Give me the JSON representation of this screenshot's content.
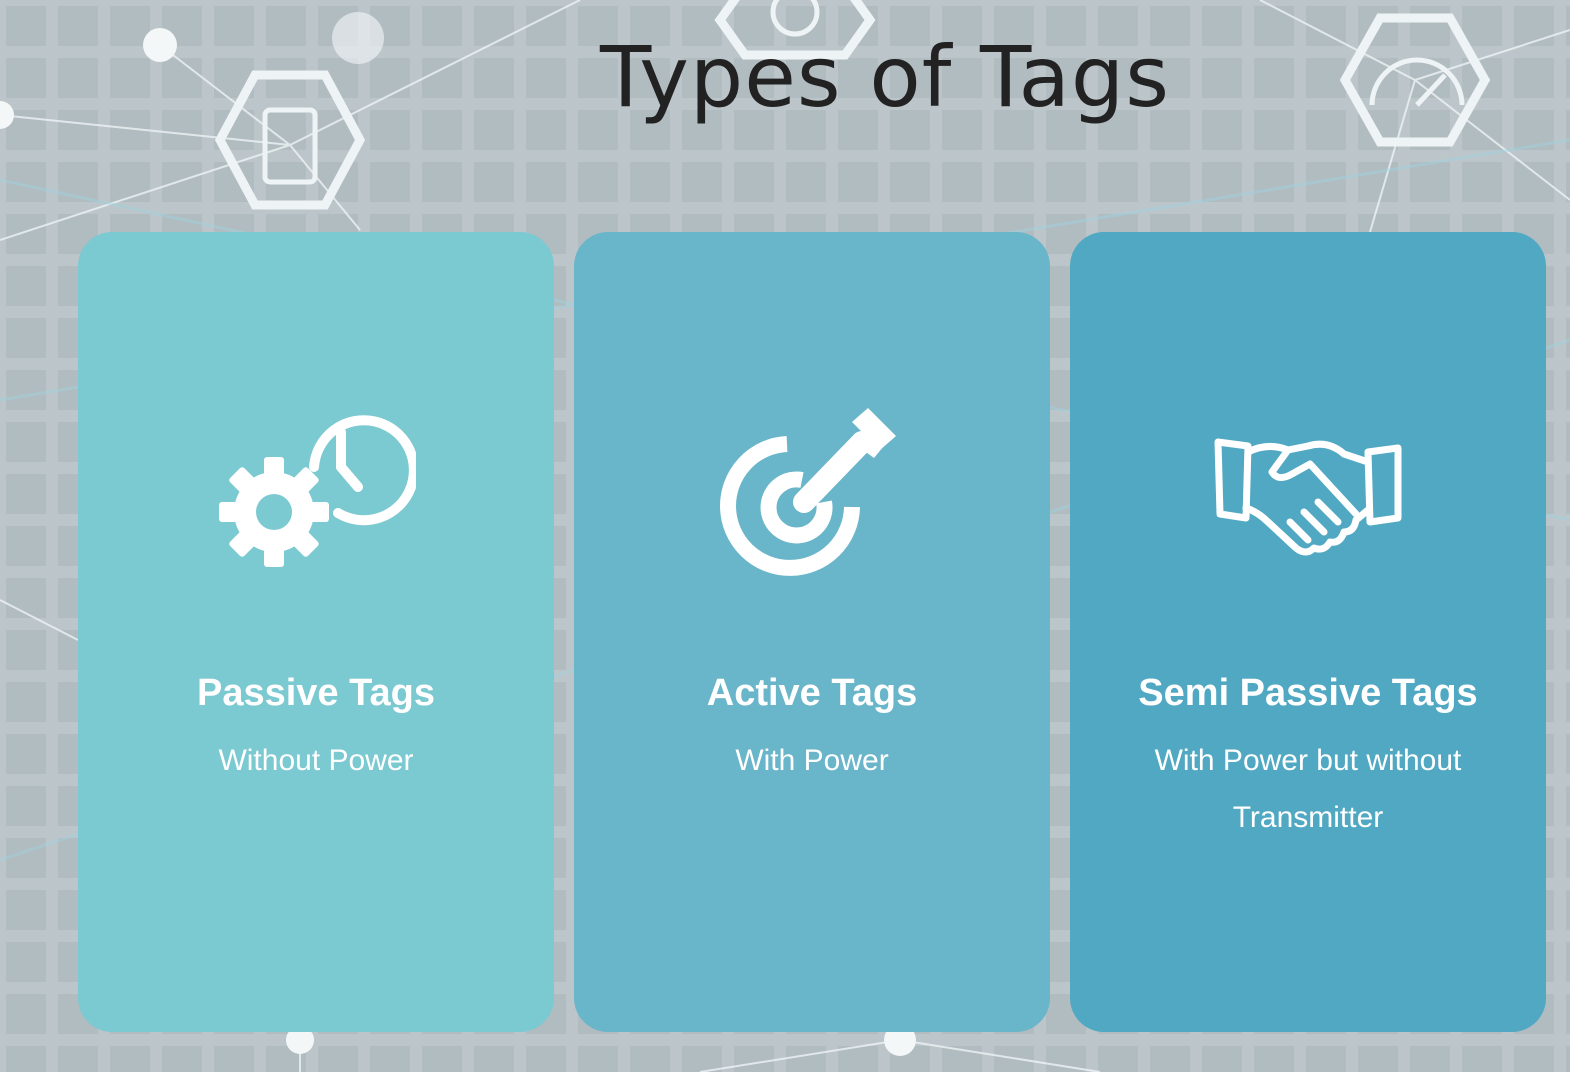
{
  "slide": {
    "title": "Types of Tags",
    "cards": [
      {
        "heading": "Passive Tags",
        "subtitle": "Without Power",
        "icon": "gear-clock-icon",
        "color": "#7bc9d1"
      },
      {
        "heading": "Active Tags",
        "subtitle": "With Power",
        "icon": "target-arrow-icon",
        "color": "#69b5c9"
      },
      {
        "heading": "Semi Passive Tags",
        "subtitle": "With Power but without Transmitter",
        "icon": "handshake-icon",
        "color": "#50a8c2"
      }
    ]
  },
  "colors": {
    "background": "#b8c2c6",
    "title": "#222222",
    "text": "#ffffff"
  }
}
